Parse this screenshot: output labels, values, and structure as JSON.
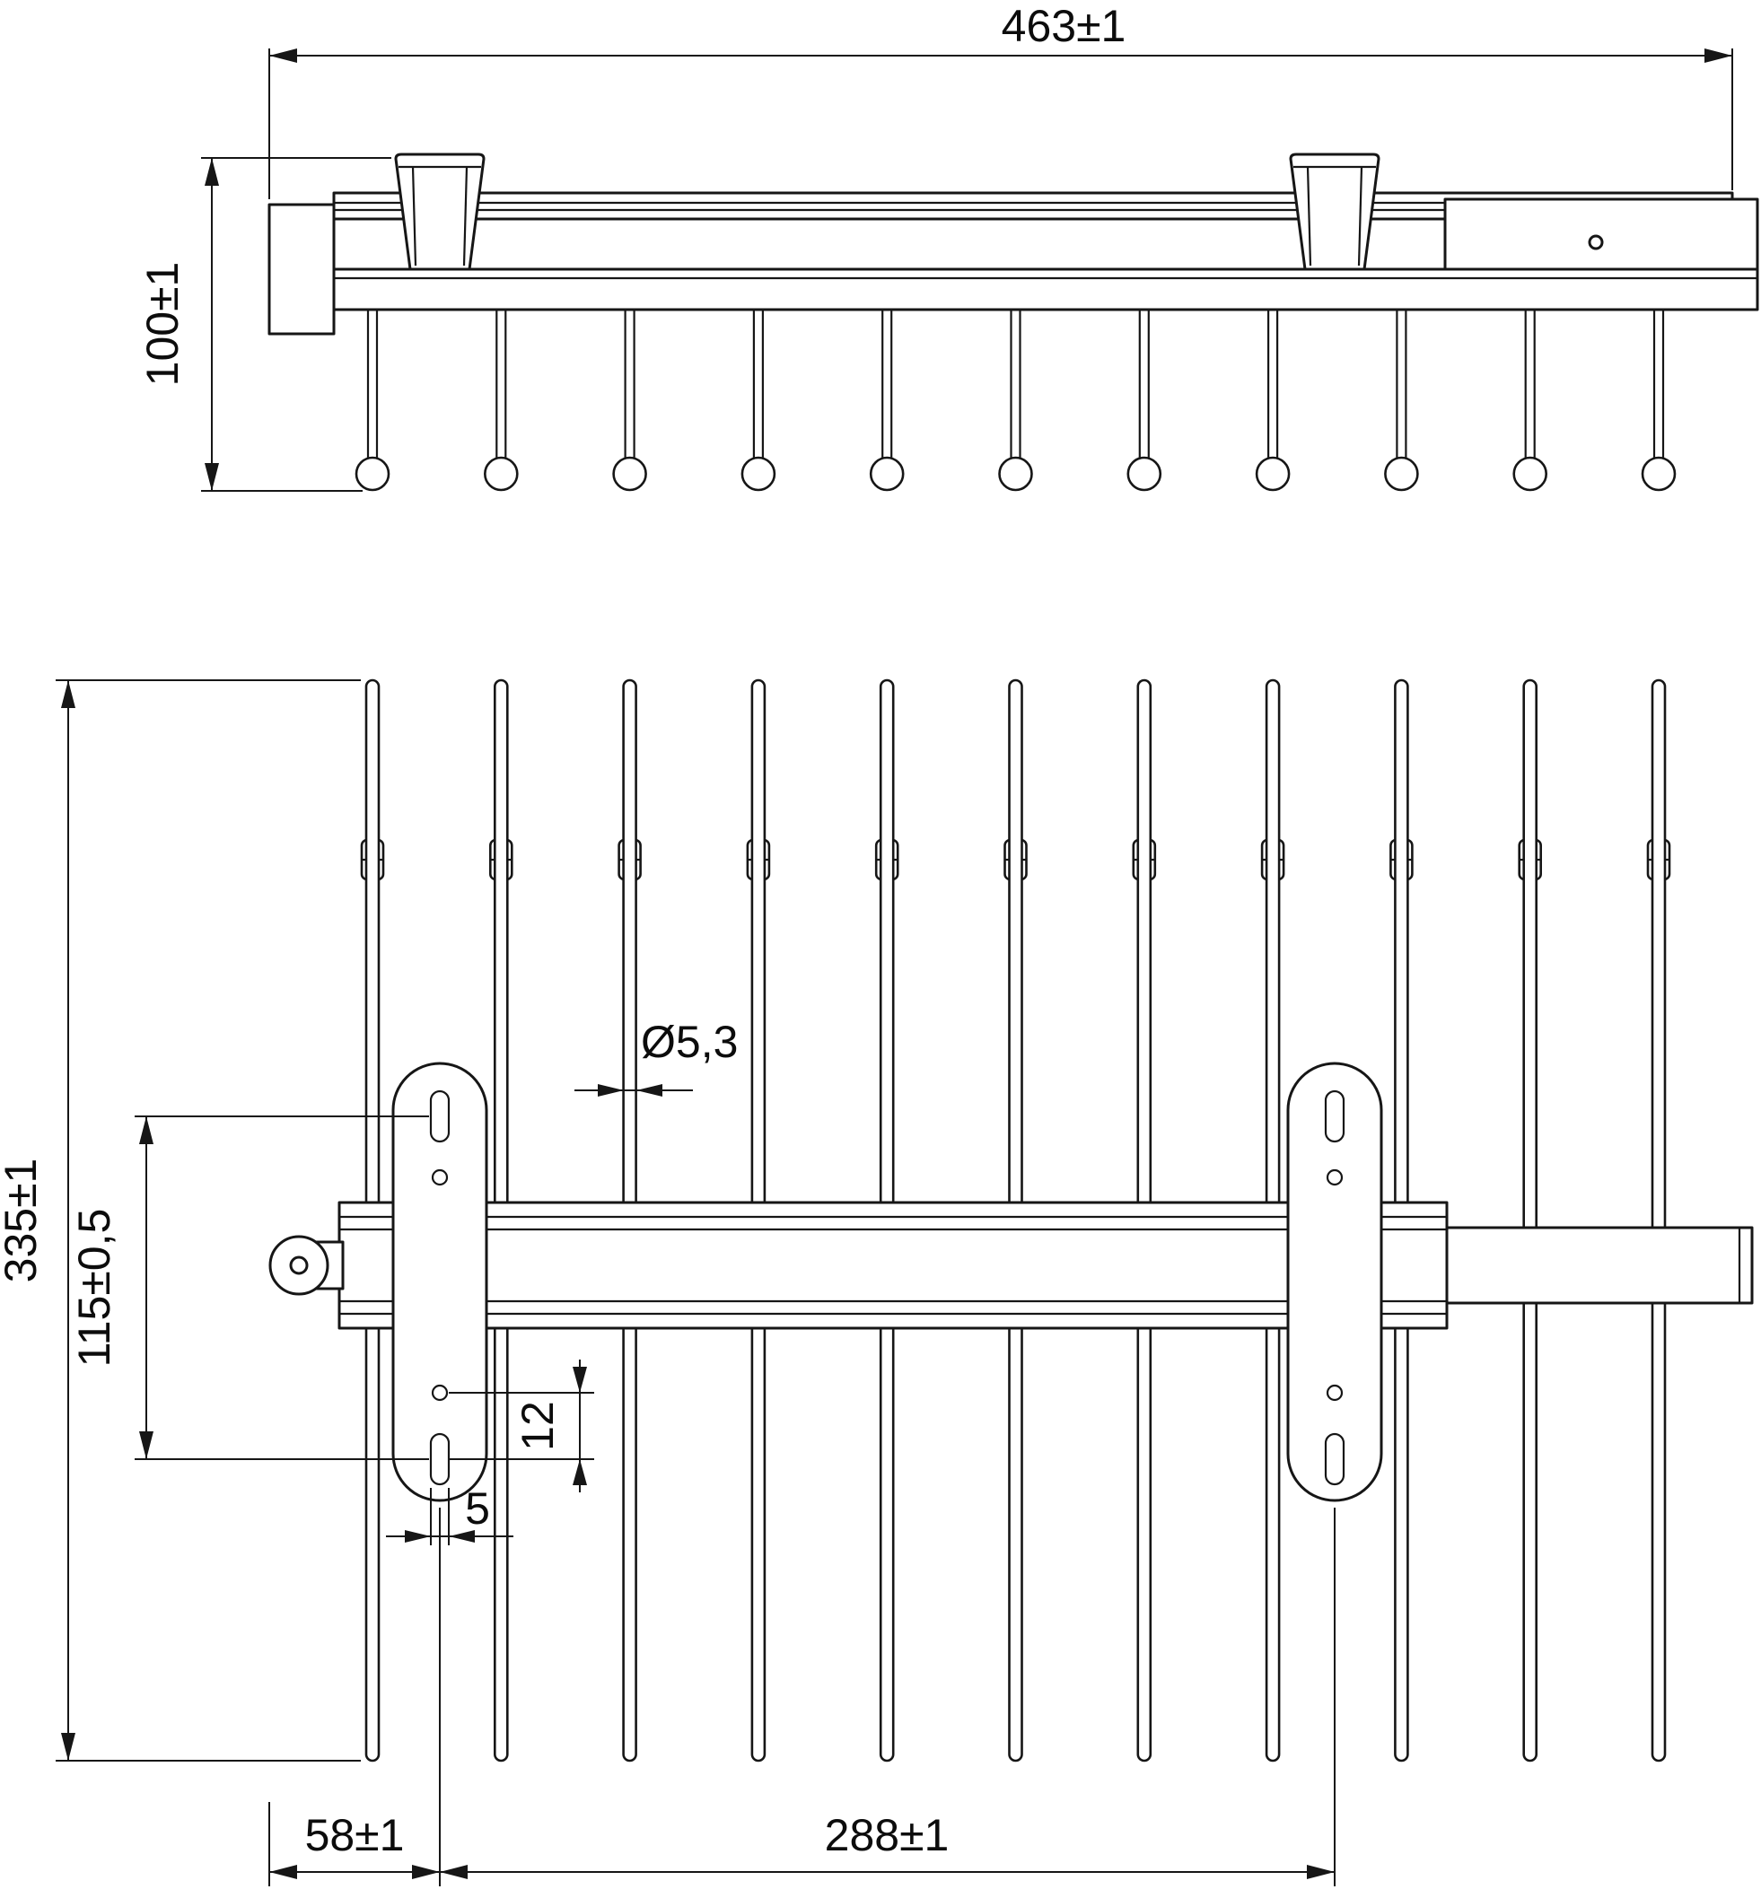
{
  "drawing": {
    "hook_count": 11,
    "line_color": "#161616",
    "background": "#ffffff",
    "dimensions": {
      "total_width": {
        "label": "463±1"
      },
      "height": {
        "label": "100±1"
      },
      "depth": {
        "label": "335±1"
      },
      "bracket_hole_spacing": {
        "label": "115±0,5"
      },
      "rod_diameter": {
        "label": "Ø5,3"
      },
      "slot_length": {
        "label": "12"
      },
      "slot_width": {
        "label": "5"
      },
      "left_offset": {
        "label": "58±1"
      },
      "bracket_spacing": {
        "label": "288±1"
      }
    }
  }
}
